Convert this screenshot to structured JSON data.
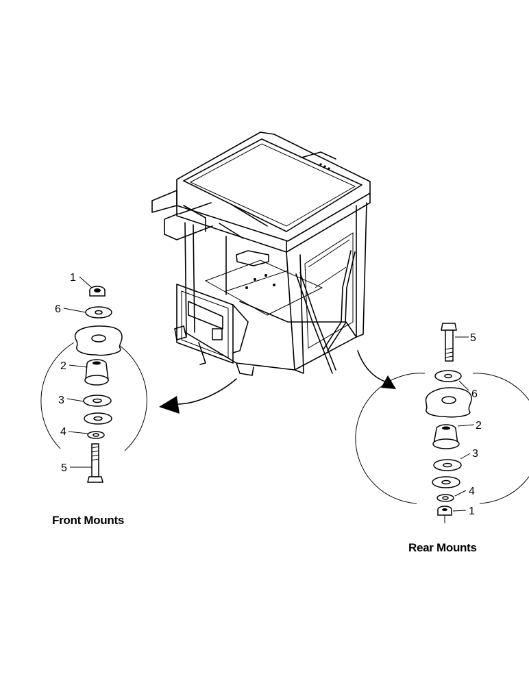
{
  "front_group": {
    "caption": "Front Mounts",
    "callouts": [
      "1",
      "6",
      "2",
      "3",
      "4",
      "5"
    ]
  },
  "rear_group": {
    "caption": "Rear Mounts",
    "callouts": [
      "5",
      "6",
      "2",
      "3",
      "4",
      "1"
    ]
  }
}
